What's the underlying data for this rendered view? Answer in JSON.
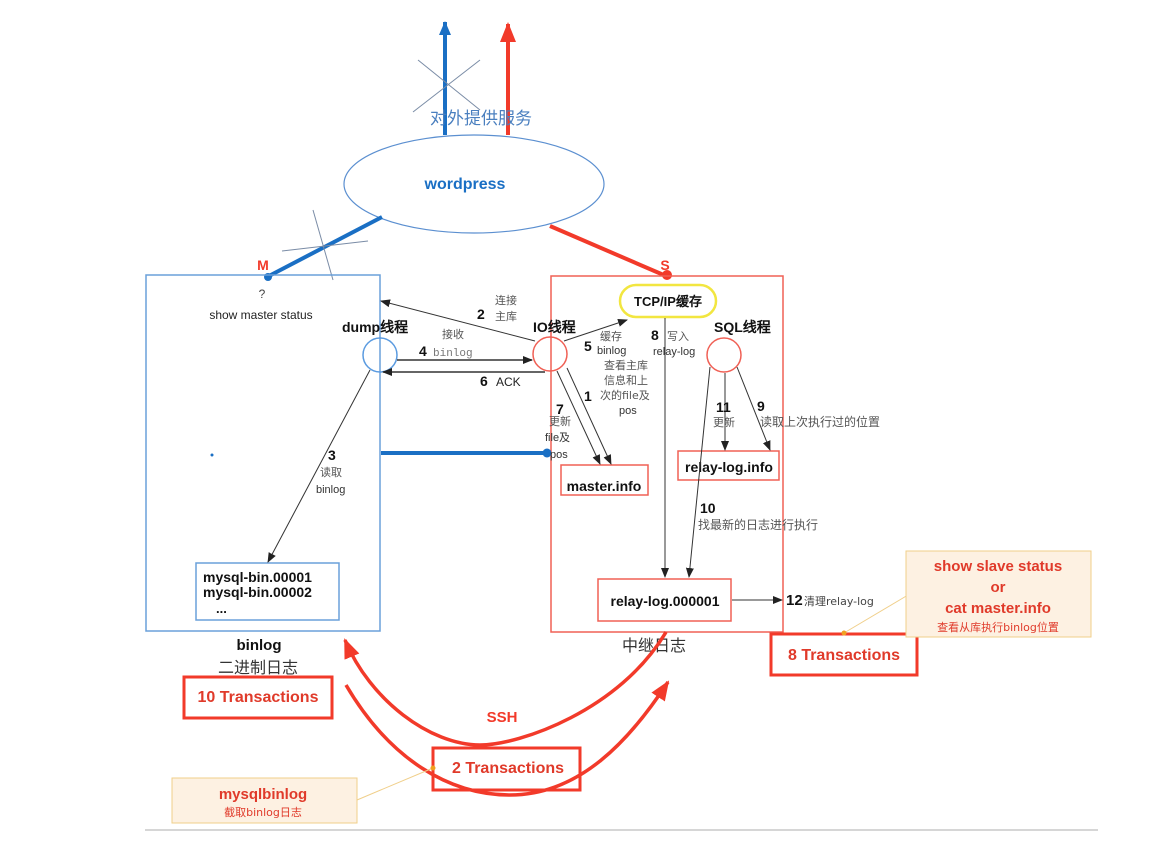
{
  "colors": {
    "blue": "#1a6fc4",
    "red": "#f23a2a",
    "text": "#222222",
    "gray_text": "#555555",
    "yellow": "#f2e640",
    "note_fill": "#fdf1e2",
    "note_border": "#f0cf8a"
  },
  "top": {
    "service_label": "对外提供服务",
    "app_label": "wordpress"
  },
  "master": {
    "marker": "M",
    "question": "?",
    "command": "show master status",
    "dump_thread": "dump线程",
    "binlog_files": [
      "mysql-bin.00001",
      "mysql-bin.00002",
      "..."
    ],
    "footer_title": "binlog",
    "footer_subtitle": "二进制日志"
  },
  "slave": {
    "marker": "S",
    "tcp_cache": "TCP/IP缓存",
    "io_thread": "IO线程",
    "sql_thread": "SQL线程",
    "master_info": "master.info",
    "relay_log_info": "relay-log.info",
    "relay_log_file": "relay-log.000001",
    "footer": "中继日志"
  },
  "steps": [
    {
      "num": "1",
      "text": [
        "查看主库",
        "信息和上",
        "次的file及",
        "pos"
      ]
    },
    {
      "num": "2",
      "text": [
        "连接",
        "主库"
      ]
    },
    {
      "num": "3",
      "text": [
        "读取",
        "binlog"
      ]
    },
    {
      "num": "4",
      "text_top": "接收",
      "text": [
        "binlog"
      ]
    },
    {
      "num": "5",
      "text": [
        "缓存",
        "binlog"
      ]
    },
    {
      "num": "6",
      "text": [
        "ACK"
      ]
    },
    {
      "num": "7",
      "text": [
        "更新",
        "file及",
        "pos"
      ]
    },
    {
      "num": "8",
      "text": [
        "写入",
        "relay-log"
      ]
    },
    {
      "num": "9",
      "text": [
        "读取上次执行过的位置"
      ]
    },
    {
      "num": "10",
      "text": [
        "找最新的日志进行执行"
      ]
    },
    {
      "num": "11",
      "text": [
        "更新"
      ]
    },
    {
      "num": "12",
      "text": [
        "清理relay-log"
      ]
    }
  ],
  "annotations": {
    "transactions_master": "10 Transactions",
    "transactions_slave": "8 Transactions",
    "transactions_diff": "2 Transactions",
    "ssh": "SSH",
    "slave_note": [
      "show slave status",
      "or",
      "cat master.info",
      "查看从库执行binlog位置"
    ],
    "binlog_note": [
      "mysqlbinlog",
      "截取binlog日志"
    ]
  }
}
